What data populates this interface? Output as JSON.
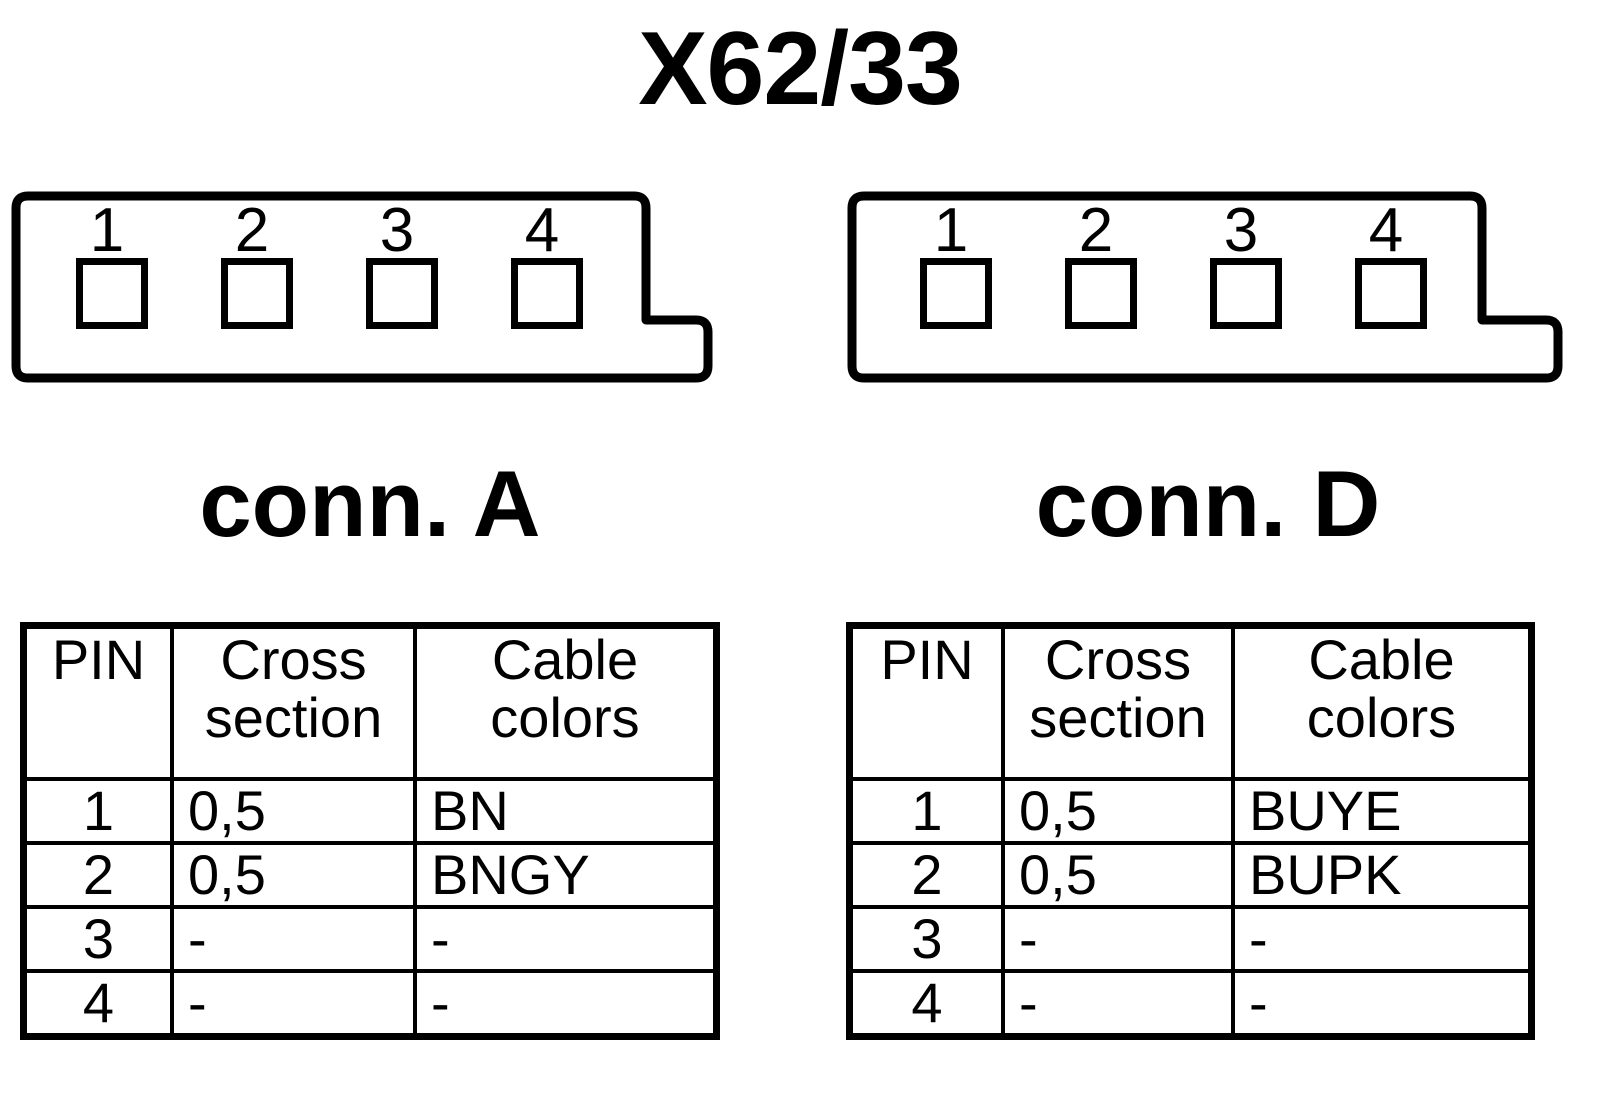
{
  "title": "X62/33",
  "connectors": [
    {
      "id": "A",
      "label": "conn. A",
      "pins": [
        "1",
        "2",
        "3",
        "4"
      ],
      "table": {
        "headers": {
          "pin": "PIN",
          "cross_section_line1": "Cross",
          "cross_section_line2": "section",
          "cable_colors_line1": "Cable",
          "cable_colors_line2": "colors"
        },
        "rows": [
          {
            "pin": "1",
            "cross_section": "0,5",
            "cable_colors": "BN"
          },
          {
            "pin": "2",
            "cross_section": "0,5",
            "cable_colors": "BNGY"
          },
          {
            "pin": "3",
            "cross_section": "-",
            "cable_colors": "-"
          },
          {
            "pin": "4",
            "cross_section": "-",
            "cable_colors": "-"
          }
        ]
      }
    },
    {
      "id": "D",
      "label": "conn. D",
      "pins": [
        "1",
        "2",
        "3",
        "4"
      ],
      "table": {
        "headers": {
          "pin": "PIN",
          "cross_section_line1": "Cross",
          "cross_section_line2": "section",
          "cable_colors_line1": "Cable",
          "cable_colors_line2": "colors"
        },
        "rows": [
          {
            "pin": "1",
            "cross_section": "0,5",
            "cable_colors": "BUYE"
          },
          {
            "pin": "2",
            "cross_section": "0,5",
            "cable_colors": "BUPK"
          },
          {
            "pin": "3",
            "cross_section": "-",
            "cable_colors": "-"
          },
          {
            "pin": "4",
            "cross_section": "-",
            "cable_colors": "-"
          }
        ]
      }
    }
  ],
  "colors": {
    "ink": "#000000",
    "background": "#ffffff"
  }
}
